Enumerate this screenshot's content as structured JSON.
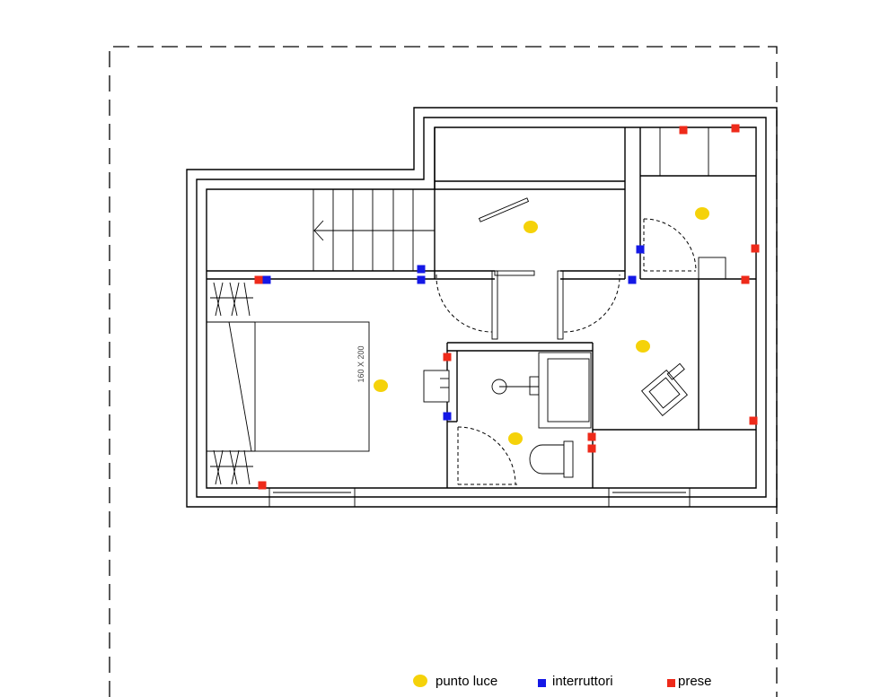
{
  "bed_label": "160 X 200",
  "legend": {
    "light": "punto luce",
    "switch": "interruttori",
    "socket": "prese"
  },
  "colors": {
    "light": "#f5d20a",
    "switch": "#1418e6",
    "socket": "#ee2a1a"
  }
}
